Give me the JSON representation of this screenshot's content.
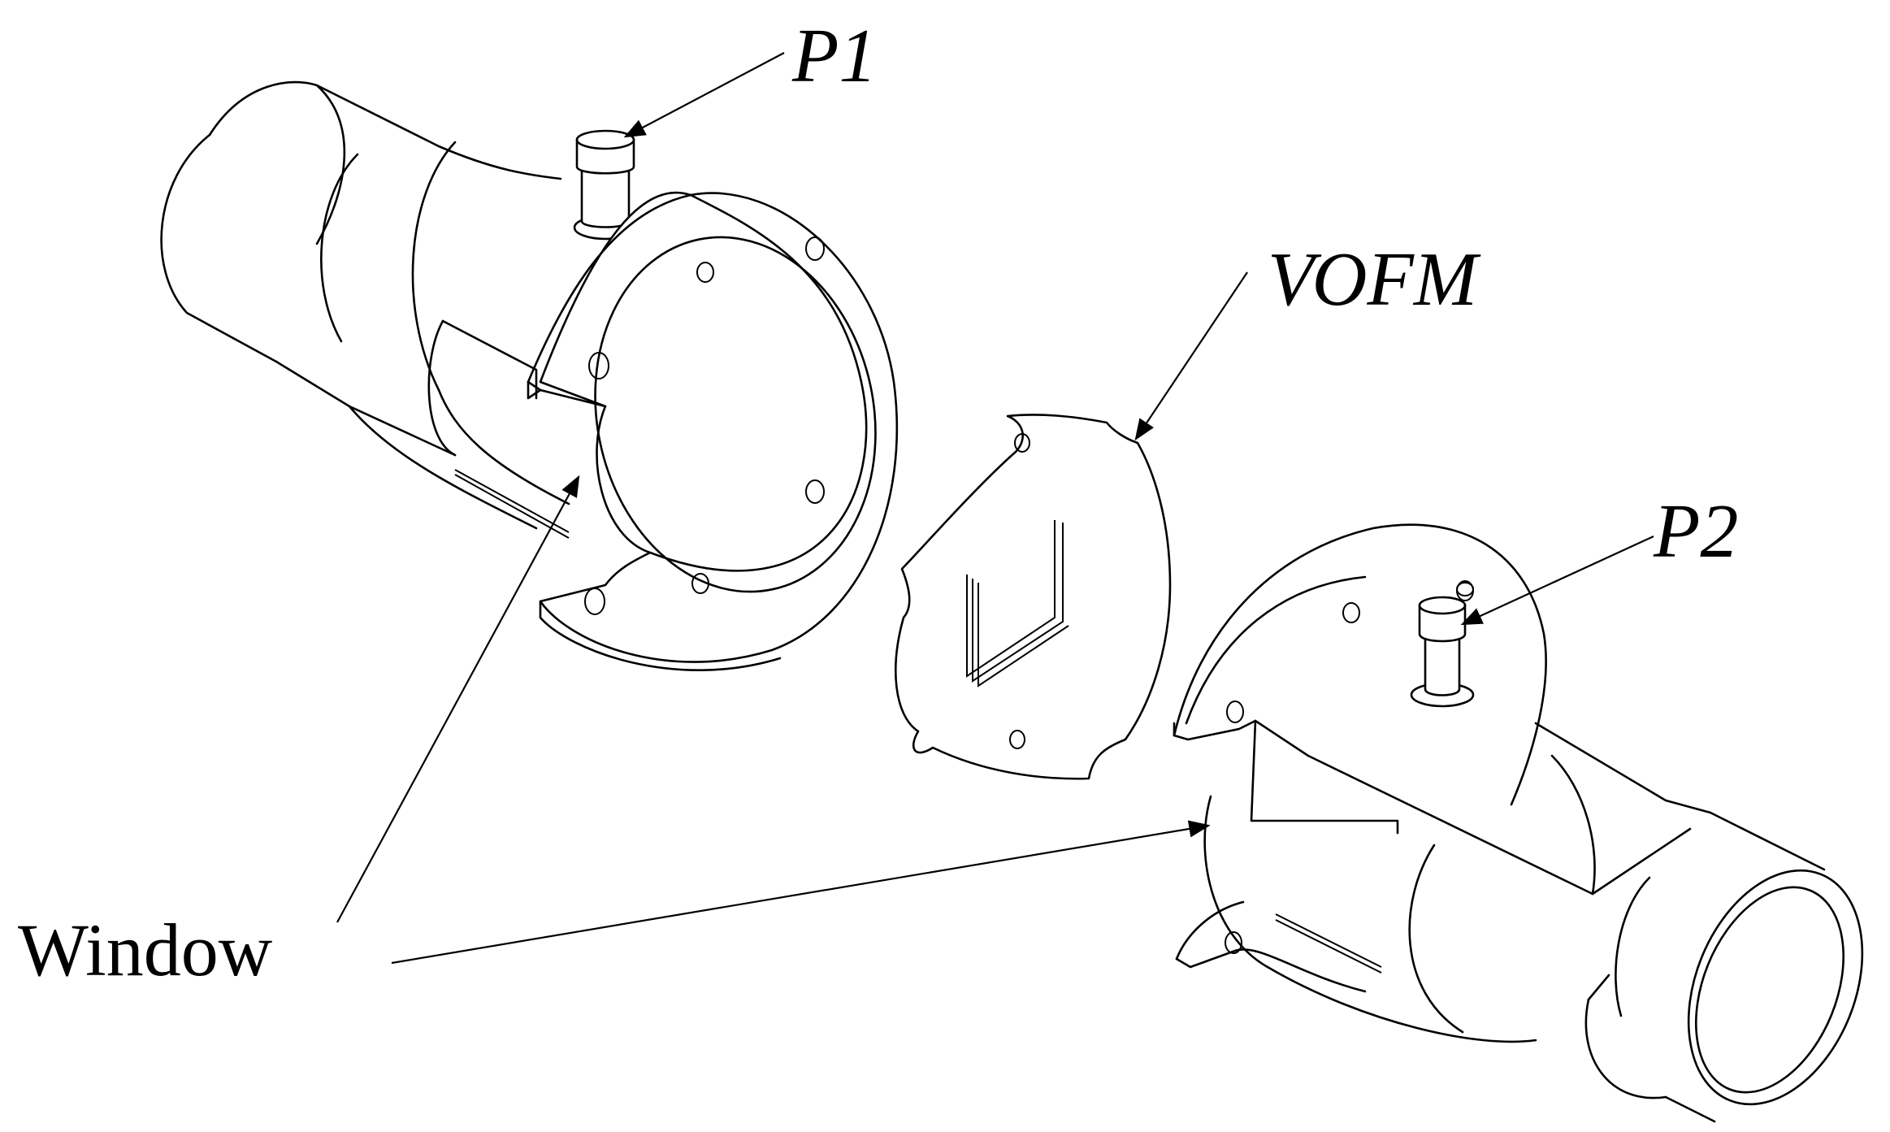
{
  "labels": {
    "p1": "P1",
    "vofm": "VOFM",
    "p2": "P2",
    "window": "Window"
  },
  "colors": {
    "stroke": "#000000",
    "background": "#ffffff"
  }
}
